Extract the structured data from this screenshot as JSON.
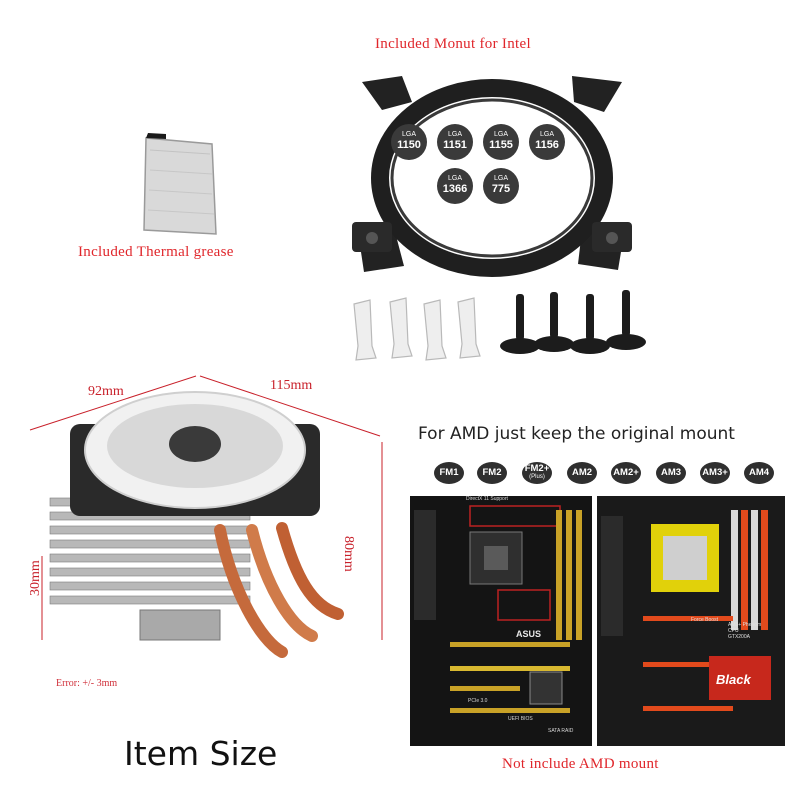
{
  "intel": {
    "title": "Included Monut for Intel",
    "sockets": [
      {
        "prefix": "LGA",
        "number": "1150"
      },
      {
        "prefix": "LGA",
        "number": "1151"
      },
      {
        "prefix": "LGA",
        "number": "1155"
      },
      {
        "prefix": "LGA",
        "number": "1156"
      },
      {
        "prefix": "LGA",
        "number": "1366"
      },
      {
        "prefix": "LGA",
        "number": "775"
      }
    ]
  },
  "thermal": {
    "caption": "Included Thermal grease"
  },
  "dimensions": {
    "depth": "92mm",
    "width": "115mm",
    "height": "80mm",
    "base": "30mm",
    "error": "Error: +/- 3mm"
  },
  "item_size": "Item Size",
  "amd": {
    "title": "For AMD just keep the original mount",
    "sockets": [
      "FM1",
      "FM2",
      "FM2+",
      "AM2",
      "AM2+",
      "AM3",
      "AM3+",
      "AM4"
    ],
    "fm2plus_sub": "(Plus)",
    "footer": "Not include AMD mount"
  },
  "board_left": {
    "brand": "ASUS",
    "label_top": "DirectX 11 Support",
    "label_pcie": "PCIe 3.0",
    "label_uefi": "UEFI BIOS",
    "label_sata": "SATA RAID"
  },
  "board_right": {
    "brand": "Black",
    "label_force": "Force Boost",
    "label_cpu": "AM3+ Phenom CPU",
    "label_chip": "GTX200A"
  }
}
